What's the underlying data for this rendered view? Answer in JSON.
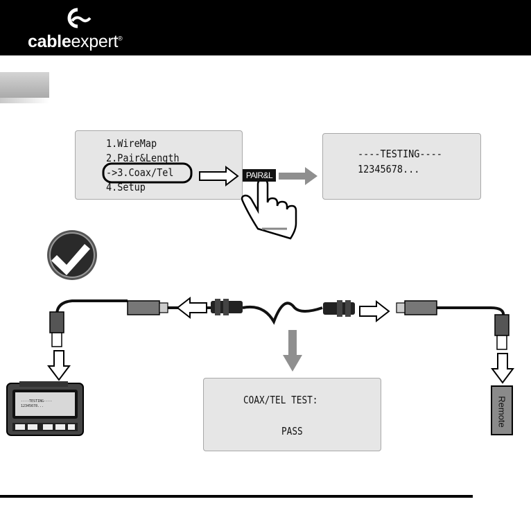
{
  "brand": {
    "name_bold": "cable",
    "name_thin": "xpert",
    "reg_mark": "®"
  },
  "menu_screen": {
    "items": [
      "1.WireMap",
      "2.Pair&Length",
      "->3.Coax/Tel",
      "4.Setup"
    ],
    "selected_index": 2
  },
  "key": {
    "label": "PAIR&L"
  },
  "testing_screen": {
    "line1": "----TESTING----",
    "line2": "12345678..."
  },
  "tester_device": {
    "screen_line1": "----TESTING----",
    "screen_line2": "12345678..."
  },
  "result_screen": {
    "line1": "COAX/TEL TEST:",
    "line2": "PASS"
  },
  "remote": {
    "label": "Remote"
  },
  "colors": {
    "header_bg": "#000000",
    "lcd_bg": "#e6e6e6",
    "arrow_fill": "#8f8f8f",
    "check_green": "#ffffff"
  },
  "icons": [
    "cablexpert-logo-icon",
    "hand-press-icon",
    "checkmark-badge-icon",
    "rj45-plug-icon",
    "coax-connector-icon"
  ]
}
